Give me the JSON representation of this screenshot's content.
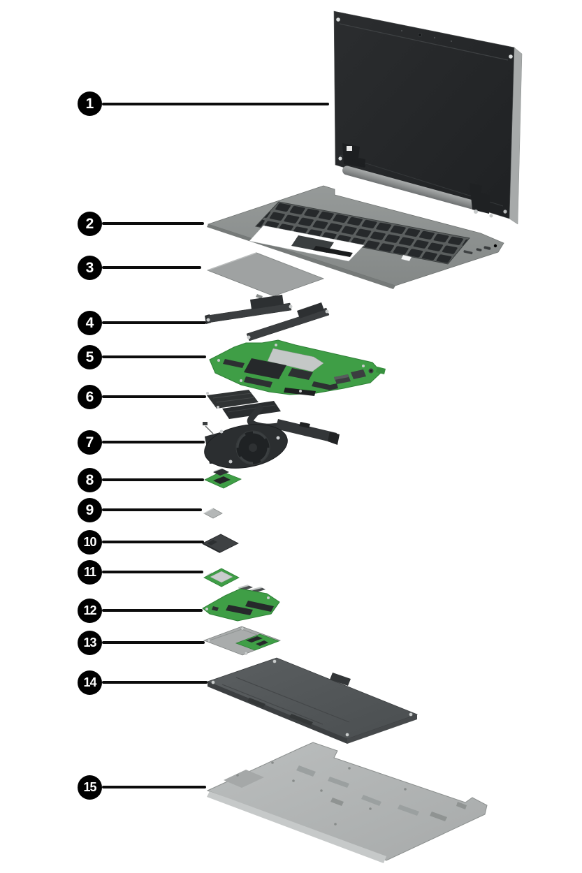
{
  "page": {
    "background": "#ffffff",
    "kind": "exploded-parts-diagram",
    "device": "laptop"
  },
  "diagram": {
    "callout_style": {
      "bubble_color": "#000000",
      "number_color": "#ffffff",
      "leader_color": "#0c0c0c"
    },
    "palette": {
      "pcb_green": "#3f9e46",
      "component_dark": "#2e3133",
      "chassis_gray": "#8f9392",
      "cover_light_gray": "#b3b6b6",
      "display_dark": "#26282a",
      "metal_silver": "#c4c8c7"
    },
    "callouts": [
      {
        "number": "1",
        "part": "display-assembly"
      },
      {
        "number": "2",
        "part": "top-cover-keyboard"
      },
      {
        "number": "3",
        "part": "touchpad"
      },
      {
        "number": "4",
        "part": "speakers"
      },
      {
        "number": "5",
        "part": "system-board"
      },
      {
        "number": "6",
        "part": "heat-sink"
      },
      {
        "number": "7",
        "part": "fan"
      },
      {
        "number": "8",
        "part": "connector-board"
      },
      {
        "number": "9",
        "part": "sensor-component"
      },
      {
        "number": "10",
        "part": "bracket"
      },
      {
        "number": "11",
        "part": "wlan-module"
      },
      {
        "number": "12",
        "part": "io-board"
      },
      {
        "number": "13",
        "part": "solid-state-drive"
      },
      {
        "number": "14",
        "part": "battery"
      },
      {
        "number": "15",
        "part": "bottom-cover"
      }
    ]
  }
}
